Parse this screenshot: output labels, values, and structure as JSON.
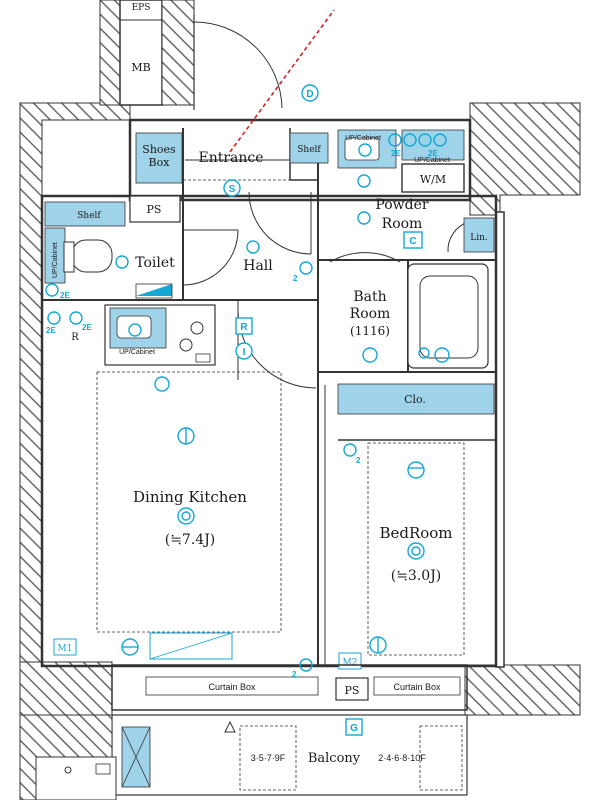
{
  "rooms": {
    "eps": "EPS",
    "mb": "MB",
    "shoes_box": [
      "Shoes",
      "Box"
    ],
    "entrance": "Entrance",
    "shelf_entry": "Shelf",
    "up_cabinet_top": "UP/Cabinet",
    "up_cabinet_top2": "UP/Cabinet",
    "wm": "W/M",
    "shelf_toilet": "Shelf",
    "ps_upper": "PS",
    "powder_room": [
      "Powder",
      "Room"
    ],
    "lin": "Lin.",
    "toilet": "Toilet",
    "hall": "Hall",
    "bath_room": [
      "Bath",
      "Room",
      "(1116)"
    ],
    "up_cabinet_side": "UP/Cabinet",
    "up_cabinet_kitchen": "UP/Cabinet",
    "r_label": "R",
    "clo": "Clo.",
    "dining_kitchen": "Dining Kitchen",
    "dining_kitchen_size": "(≒7.4J)",
    "bedroom": "BedRoom",
    "bedroom_size": "(≒3.0J)",
    "m1": "M1",
    "m2": "M2",
    "ps_lower": "PS",
    "curtain_box_left": "Curtain Box",
    "curtain_box_right": "Curtain Box",
    "balcony": "Balcony",
    "balcony_floors_left": "3·5·7·9F",
    "balcony_floors_right": "2·4·6·8·10F"
  },
  "symbols": {
    "d": "D",
    "s": "S",
    "c": "C",
    "r": "R",
    "i": "I",
    "g": "G",
    "two": "2",
    "two_e": "2E"
  },
  "colors": {
    "fixture_blue": "#9fd3ea",
    "symbol_cyan": "#14a7d6",
    "view_line_red": "#d22222",
    "wall_dark": "#333333"
  }
}
